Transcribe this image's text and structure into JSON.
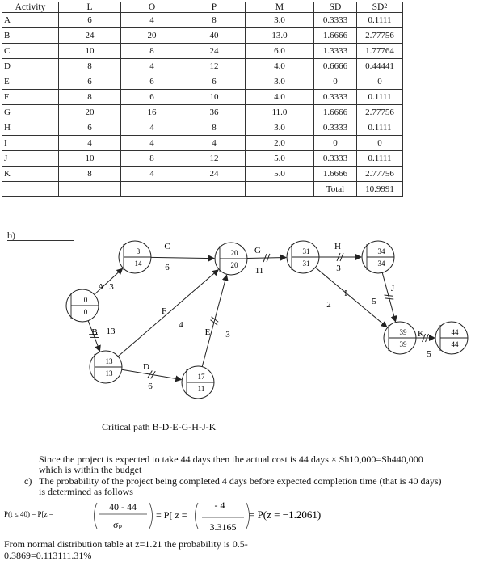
{
  "table": {
    "headers": [
      "Activity",
      "L",
      "O",
      "P",
      "M",
      "SD",
      "SD",
      "2"
    ],
    "rows": [
      [
        "A",
        "6",
        "4",
        "8",
        "3.0",
        "0.3333",
        "0.1111"
      ],
      [
        "B",
        "24",
        "20",
        "40",
        "13.0",
        "1.6666",
        "2.77756"
      ],
      [
        "C",
        "10",
        "8",
        "24",
        "6.0",
        "1.3333",
        "1.77764"
      ],
      [
        "D",
        "8",
        "4",
        "12",
        "4.0",
        "0.6666",
        "0.44441"
      ],
      [
        "E",
        "6",
        "6",
        "6",
        "3.0",
        "0",
        "0"
      ],
      [
        "F",
        "8",
        "6",
        "10",
        "4.0",
        "0.3333",
        "0.1111"
      ],
      [
        "G",
        "20",
        "16",
        "36",
        "11.0",
        "1.6666",
        "2.77756"
      ],
      [
        "H",
        "6",
        "4",
        "8",
        "3.0",
        "0.3333",
        "0.1111"
      ],
      [
        "I",
        "4",
        "4",
        "4",
        "2.0",
        "0",
        "0"
      ],
      [
        "J",
        "10",
        "8",
        "12",
        "5.0",
        "0.3333",
        "0.1111"
      ],
      [
        "K",
        "8",
        "4",
        "24",
        "5.0",
        "1.6666",
        "2.77756"
      ],
      [
        "",
        "",
        "",
        "",
        "",
        "Total",
        "10.9991"
      ]
    ]
  },
  "section_b": "b)",
  "network": {
    "nodes": [
      {
        "id": "n0",
        "top": "0",
        "bottom": "0"
      },
      {
        "id": "n1",
        "top": "3",
        "bottom": "14"
      },
      {
        "id": "n2",
        "top": "13",
        "bottom": "13"
      },
      {
        "id": "n3",
        "top": "17",
        "bottom": "11"
      },
      {
        "id": "n4",
        "top": "20",
        "bottom": "20"
      },
      {
        "id": "n5",
        "top": "31",
        "bottom": "31"
      },
      {
        "id": "n6",
        "top": "34",
        "bottom": "34"
      },
      {
        "id": "n7",
        "top": "39",
        "bottom": "39"
      },
      {
        "id": "n8",
        "top": "44",
        "bottom": "44"
      }
    ],
    "activities": [
      {
        "name": "A",
        "duration": "3"
      },
      {
        "name": "B",
        "duration": "13"
      },
      {
        "name": "C",
        "duration": "6"
      },
      {
        "name": "D",
        "duration": "6"
      },
      {
        "name": "F",
        "duration": "4"
      },
      {
        "name": "E",
        "duration": "3"
      },
      {
        "name": "G",
        "duration": "11"
      },
      {
        "name": "H",
        "duration": "3"
      },
      {
        "name": "I",
        "duration": "2"
      },
      {
        "name": "J",
        "duration": "5"
      },
      {
        "name": "K",
        "duration": "5"
      }
    ]
  },
  "critical_path": "Critical path B-D-E-G-H-J-K",
  "paragraph1": {
    "line1": "Since the project is expected to take 44 days then the actual cost is 44 days × Sh10,000=Sh440,000",
    "line2": "which is within the budget"
  },
  "section_c": {
    "label": "c)",
    "line1": "The probability of the project being completed 4 days before expected completion time (that is 40 days)",
    "line2": "is determined as follows"
  },
  "formula": {
    "lhs": "P(t ≤ 40) = P[z =",
    "numerator": "40 - 44",
    "denominator": "σ",
    "denominator_sub": "P",
    "mid": "= P[ z =",
    "numerator2": "- 4",
    "denominator2": "3.3165",
    "result": "= P(z = −1.2061)"
  },
  "conclusion": {
    "line1": "From normal distribution table at z=1.21 the probability is 0.5-",
    "line2": "0.3869=0.113111.31%"
  }
}
